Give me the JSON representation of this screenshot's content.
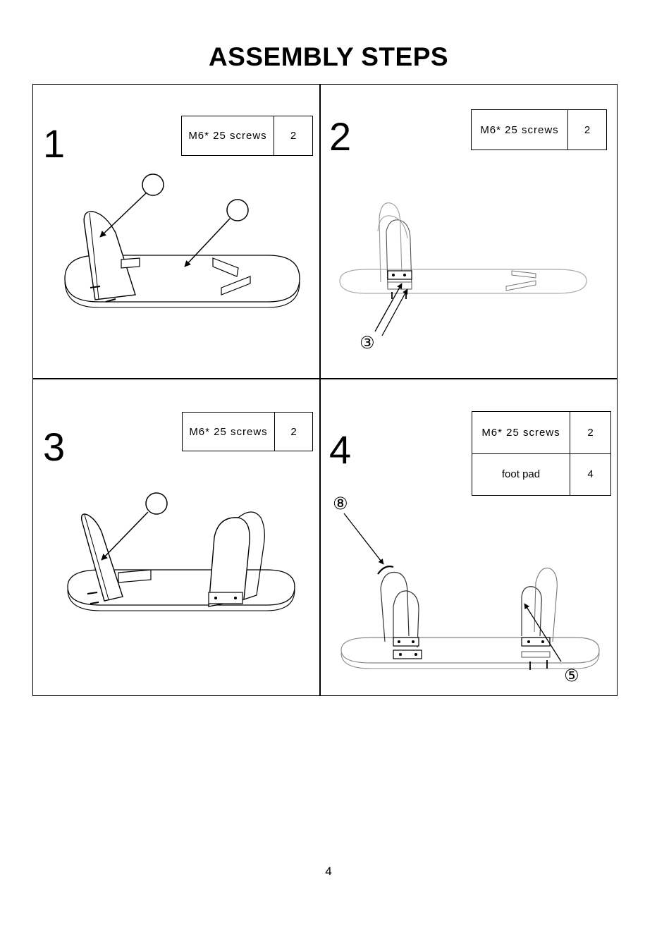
{
  "page_title": "ASSEMBLY STEPS",
  "steps": [
    {
      "number": "1",
      "parts": [
        {
          "name": "M6* 25  screws",
          "qty": "2"
        }
      ],
      "callouts": []
    },
    {
      "number": "2",
      "parts": [
        {
          "name": "M6* 25  screws",
          "qty": "2"
        }
      ],
      "callouts": [
        "③"
      ]
    },
    {
      "number": "3",
      "parts": [
        {
          "name": "M6* 25  screws",
          "qty": "2"
        }
      ],
      "callouts": []
    },
    {
      "number": "4",
      "parts": [
        {
          "name": "M6* 25  screws",
          "qty": "2"
        },
        {
          "name": "foot pad",
          "qty": "4"
        }
      ],
      "callouts": [
        "⑧",
        "⑤"
      ]
    }
  ],
  "page_number": "4"
}
